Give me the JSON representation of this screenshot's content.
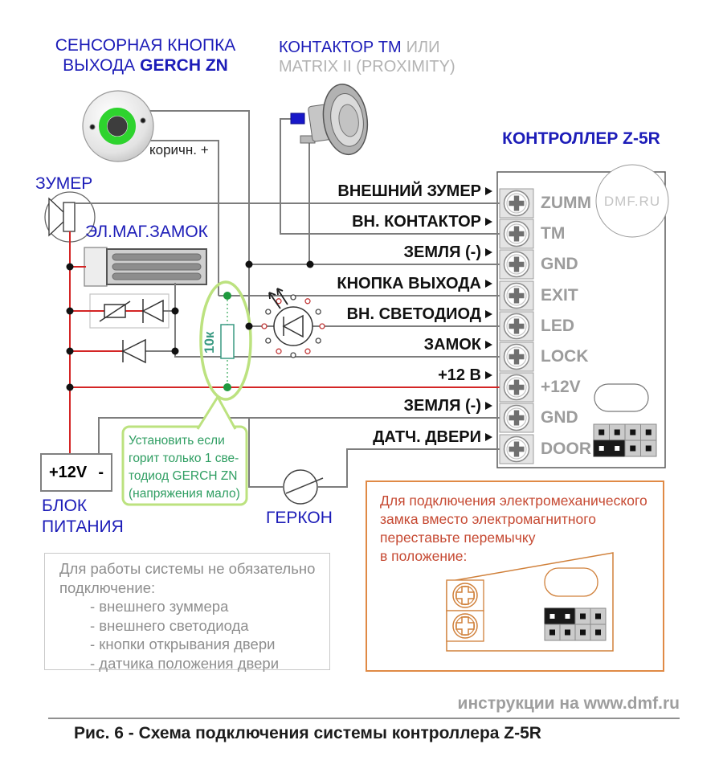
{
  "titles": {
    "touch_line1": "СЕНСОРНАЯ КНОПКА",
    "touch_line2_normal": "ВЫХОДА",
    "touch_line2_bold": "GERCH ZN",
    "reader_line1_primary": "КОНТАКТОР ТМ",
    "reader_line1_secondary": "ИЛИ",
    "reader_line2": "MATRIX II (PROXIMITY)",
    "controller": "КОНТРОЛЛЕР Z-5R"
  },
  "watermark": "DMF.RU",
  "components": {
    "buzzer": "ЗУМЕР",
    "maglock": "ЭЛ.МАГ.ЗАМОК",
    "brown_wire": "коричн. +",
    "resistor": "10к",
    "reed": "ГЕРКОН",
    "psu_plus": "+12V",
    "psu_minus": "-",
    "psu_line1": "БЛОК",
    "psu_line2": "ПИТАНИЯ"
  },
  "rows": [
    {
      "wire_label": "ВНЕШНИЙ ЗУМЕР",
      "terminal": "ZUMM"
    },
    {
      "wire_label": "ВН. КОНТАКТОР",
      "terminal": "TM"
    },
    {
      "wire_label": "ЗЕМЛЯ (-)",
      "terminal": "GND"
    },
    {
      "wire_label": "КНОПКА ВЫХОДА",
      "terminal": "EXIT"
    },
    {
      "wire_label": "ВН. СВЕТОДИОД",
      "terminal": "LED"
    },
    {
      "wire_label": "ЗАМОК",
      "terminal": "LOCK"
    },
    {
      "wire_label": "+12 В",
      "terminal": "+12V"
    },
    {
      "wire_label": "ЗЕМЛЯ (-)",
      "terminal": "GND"
    },
    {
      "wire_label": "ДАТЧ. ДВЕРИ",
      "terminal": "DOOR"
    }
  ],
  "notes": {
    "green_lines": [
      "Установить если",
      "горит только 1 све-",
      "тодиод GERCH ZN",
      "(напряжения мало)"
    ],
    "orange_lines": [
      "Для подключения электромеханического",
      "замка вместо электромагнитного",
      "переставьте перемычку",
      "в положение:"
    ],
    "gray_lines": [
      "Для работы системы не обязательно",
      "подключение:"
    ],
    "gray_items": [
      "- внешнего зуммера",
      "- внешнего светодиода",
      "- кнопки открывания двери",
      "- датчика положения двери"
    ]
  },
  "footer": {
    "site": "инструкции на www.dmf.ru",
    "caption": "Рис. 6 - Схема подключения системы контроллера Z-5R"
  },
  "colors": {
    "title_blue": "#1c1cb8",
    "label_black": "#111111",
    "terminal_gray": "#9c9c9c",
    "wire_gray": "#7d7d7d",
    "wire_red": "#d42525",
    "green_text": "#2f9e62",
    "green_border": "#bce27f",
    "green_dot": "#1f9a3f",
    "orange_border": "#e08a45",
    "orange_text": "#c64a33",
    "button_ring_green": "#2ed32e"
  }
}
